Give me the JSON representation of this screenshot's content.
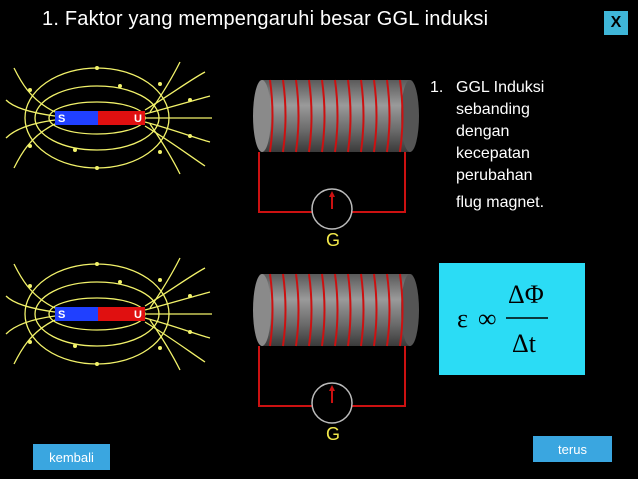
{
  "header": {
    "title": "1. Faktor yang mempengaruhi besar GGL induksi",
    "close_label": "X"
  },
  "diagram": {
    "magnet_top": {
      "left_pole": "S",
      "right_pole": "U"
    },
    "magnet_bottom": {
      "left_pole": "S",
      "right_pole": "U"
    },
    "galvanometer_top": "G",
    "galvanometer_bottom": "G"
  },
  "description": {
    "number": "1.",
    "lines": [
      "GGL Induksi",
      "sebanding",
      "dengan",
      "kecepatan",
      "perubahan",
      "flug magnet."
    ]
  },
  "formula": {
    "lhs": "ε",
    "relation": "∞",
    "numerator": "ΔΦ",
    "denominator": "Δt"
  },
  "nav": {
    "back_label": "kembali",
    "next_label": "terus"
  },
  "colors": {
    "background": "#000000",
    "button": "#3aa6e0",
    "formula_bg": "#2bdcf5",
    "coil_wire": "#cc1111",
    "field_lines": "#f2f26a",
    "magnet_south": "#2040ff",
    "magnet_north": "#e01010"
  }
}
